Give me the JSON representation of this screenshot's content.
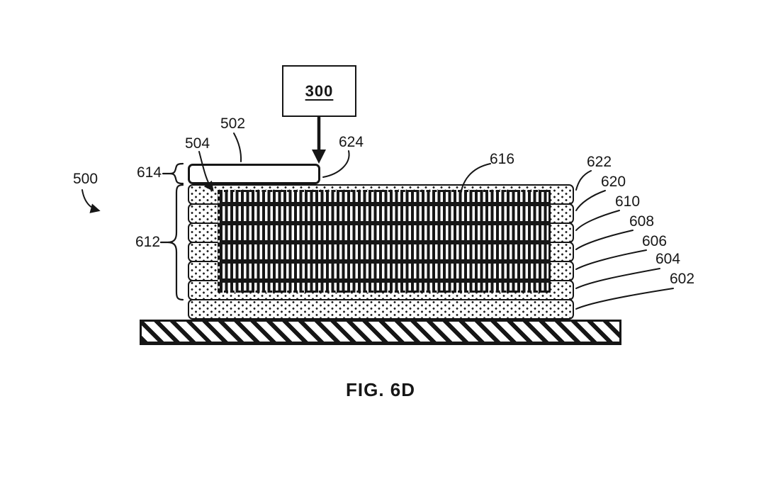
{
  "printhead_label": "300",
  "assembly_label": "500",
  "callouts": {
    "cap_layer": "502",
    "region_edge": "504",
    "cap_brace": "614",
    "stack_brace": "612",
    "deposit_path": "624",
    "infill_region": "616"
  },
  "layers": [
    {
      "label": "622"
    },
    {
      "label": "620"
    },
    {
      "label": "610"
    },
    {
      "label": "608"
    },
    {
      "label": "606"
    },
    {
      "label": "604"
    },
    {
      "label": "602"
    }
  ],
  "caption": "FIG. 6D",
  "line_color": "#161616"
}
